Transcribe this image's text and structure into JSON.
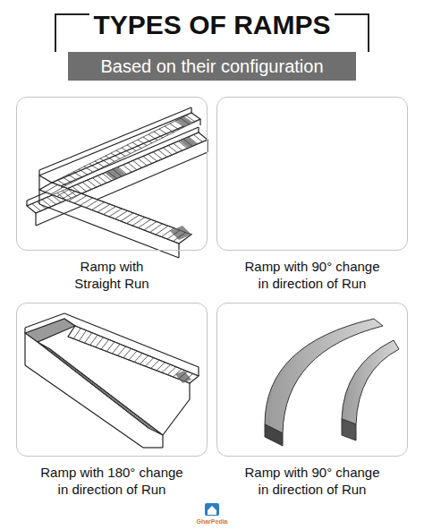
{
  "diagram": {
    "title": "TYPES OF RAMPS",
    "nodes": [
      {
        "text": [
          "Based on their configuration"
        ]
      },
      {
        "text": [
          "Ramp with Straight Run"
        ]
      },
      {
        "text": [
          "Ramp with 90° change in direction of Run"
        ]
      },
      {
        "text": [
          "Ramp with 180° change in direction of Run"
        ]
      },
      {
        "text": [
          "Ramp with 90° change in direction of Run"
        ]
      }
    ],
    "labels": [
      "GharPedia"
    ]
  }
}
